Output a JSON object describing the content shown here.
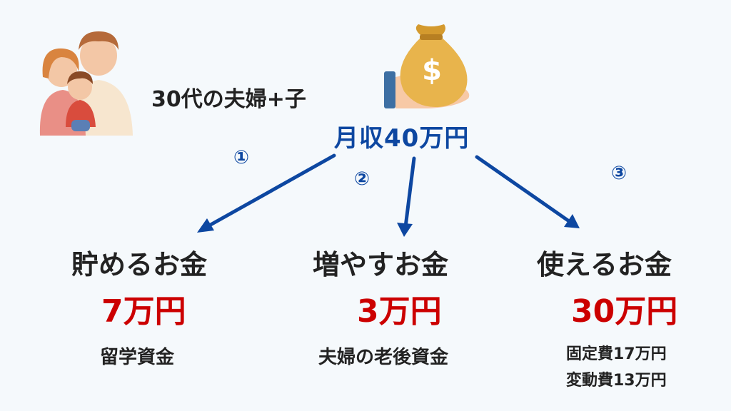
{
  "family": {
    "label": "30代の夫婦+子"
  },
  "income": {
    "label": "月収40万円"
  },
  "steps": [
    "①",
    "②",
    "③"
  ],
  "categories": [
    {
      "name": "貯めるお金",
      "amount": "7万円",
      "notes": [
        "留学資金"
      ]
    },
    {
      "name": "増やすお金",
      "amount": "3万円",
      "notes": [
        "夫婦の老後資金"
      ]
    },
    {
      "name": "使えるお金",
      "amount": "30万円",
      "notes": [
        "固定費17万円",
        "変動費13万円"
      ]
    }
  ],
  "colors": {
    "arrow": "#0d47a1",
    "amount": "#cc0000",
    "text": "#222222",
    "background": "#f5f9fc"
  },
  "icons": {
    "family": "family-illustration-icon",
    "money": "money-bag-hand-icon"
  },
  "money_bag": {
    "symbol": "$"
  }
}
